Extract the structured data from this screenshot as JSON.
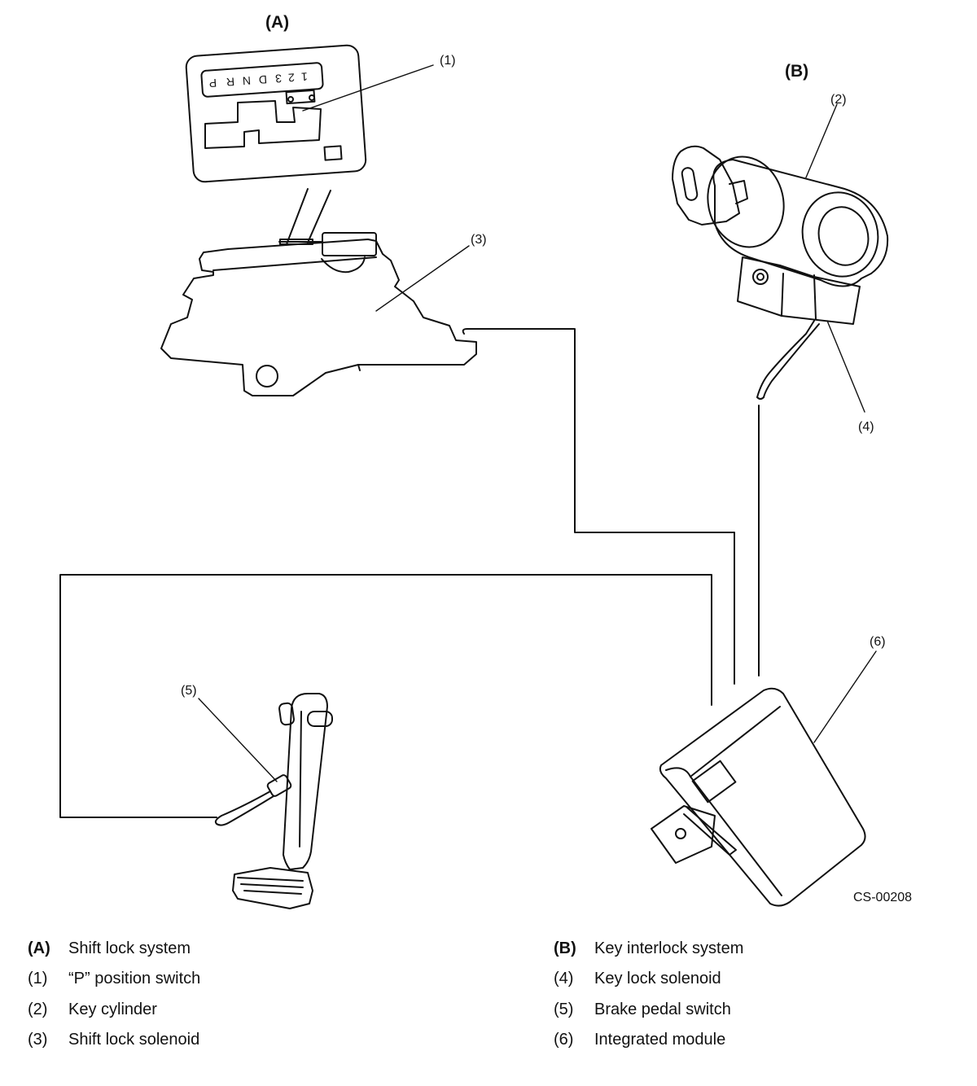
{
  "diagram": {
    "section_a_label": "(A)",
    "section_b_label": "(B)",
    "callouts": {
      "c1": "(1)",
      "c2": "(2)",
      "c3": "(3)",
      "c4": "(4)",
      "c5": "(5)",
      "c6": "(6)"
    },
    "gate_letters": [
      "P",
      "R",
      "N",
      "D",
      "3",
      "2",
      "1"
    ],
    "figure_code": "CS-00208"
  },
  "legend": {
    "left": [
      {
        "key": "(A)",
        "text": "Shift lock system"
      },
      {
        "key": "(1)",
        "text": "“P” position switch"
      },
      {
        "key": "(2)",
        "text": "Key cylinder"
      },
      {
        "key": "(3)",
        "text": "Shift lock solenoid"
      }
    ],
    "right": [
      {
        "key": "(B)",
        "text": "Key interlock system"
      },
      {
        "key": "(4)",
        "text": "Key lock solenoid"
      },
      {
        "key": "(5)",
        "text": "Brake pedal switch"
      },
      {
        "key": "(6)",
        "text": "Integrated module"
      }
    ]
  }
}
